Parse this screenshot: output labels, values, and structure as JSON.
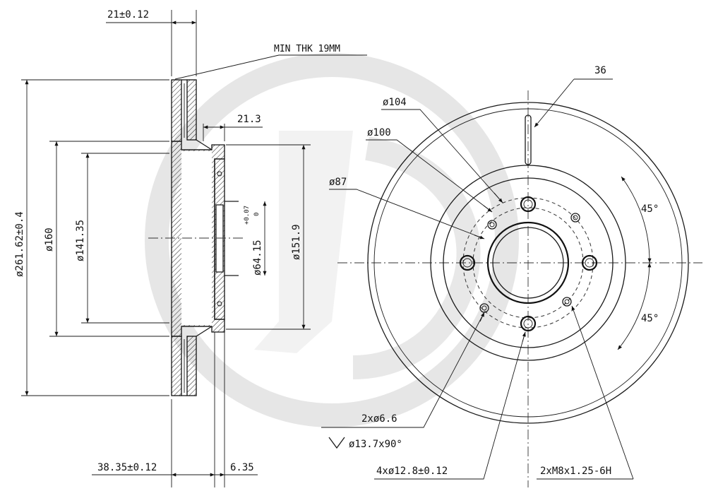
{
  "watermark": {
    "color": "#e6e6e6"
  },
  "side_view": {
    "dimensions": {
      "overall_thickness": "21±0.12",
      "min_thickness": "MIN THK 19MM",
      "hat_offset": "21.3",
      "outer_diameter": "ø261.62±0.4",
      "diameter_160": "ø160",
      "diameter_141": "ø141.35",
      "hat_diameter": "ø151.9",
      "center_bore": "ø64.15",
      "center_bore_tol_upper": "+0.07",
      "center_bore_tol_lower": "0",
      "total_height": "38.35±0.12",
      "hat_thickness": "6.35"
    }
  },
  "front_view": {
    "dimensions": {
      "slot_length": "36",
      "pcd_104": "ø104",
      "pcd_100": "ø100",
      "pcd_87": "ø87",
      "angle_top": "45°",
      "angle_bottom": "45°",
      "small_holes": "2xø6.6",
      "countersink": "ø13.7x90°",
      "bolt_holes": "4xø12.8±0.12",
      "threaded_holes": "2xM8x1.25-6H"
    }
  }
}
